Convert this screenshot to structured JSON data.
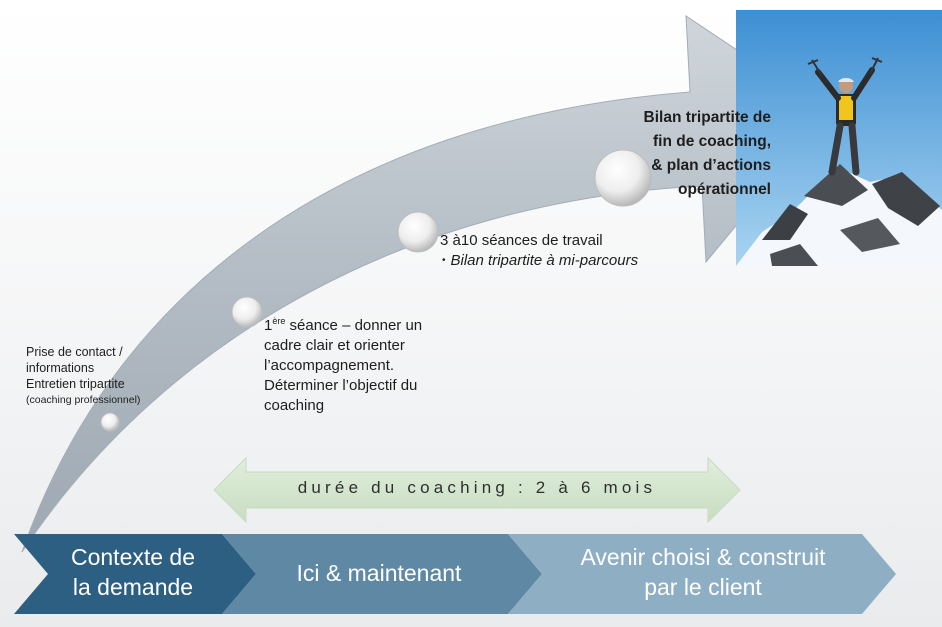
{
  "milestones": {
    "step0": {
      "line1": "Prise de contact /",
      "line2": "informations",
      "line3": "Entretien tripartite",
      "line4": "(coaching professionnel)"
    },
    "step1": {
      "number": "1",
      "superscript": "ère",
      "text_rest": " séance – donner un cadre clair et orienter l’accompagnement. Déterminer l’objectif du coaching"
    },
    "step2": {
      "line1": "3 à10 séances de travail",
      "bullet_symbol": "•",
      "bullet": "Bilan tripartite à mi-parcours"
    },
    "step3": {
      "line1": "Bilan tripartite de",
      "line2": "fin de coaching,",
      "line3": "& plan d’actions",
      "line4": "opérationnel"
    }
  },
  "duration": {
    "label": "durée du coaching : 2 à 6 mois"
  },
  "phases": [
    {
      "line1": "Contexte de",
      "line2": "la demande",
      "color": "#2d5f83"
    },
    {
      "line1": "Ici & maintenant",
      "color": "#5f88a5"
    },
    {
      "line1": "Avenir choisi & construit",
      "line2": "par le client",
      "color": "#8eaec3"
    }
  ],
  "colors": {
    "big_arrow": "#b7bfc7",
    "duration_arrow": "#d4e6cf",
    "sky": "#6fb4e6"
  }
}
